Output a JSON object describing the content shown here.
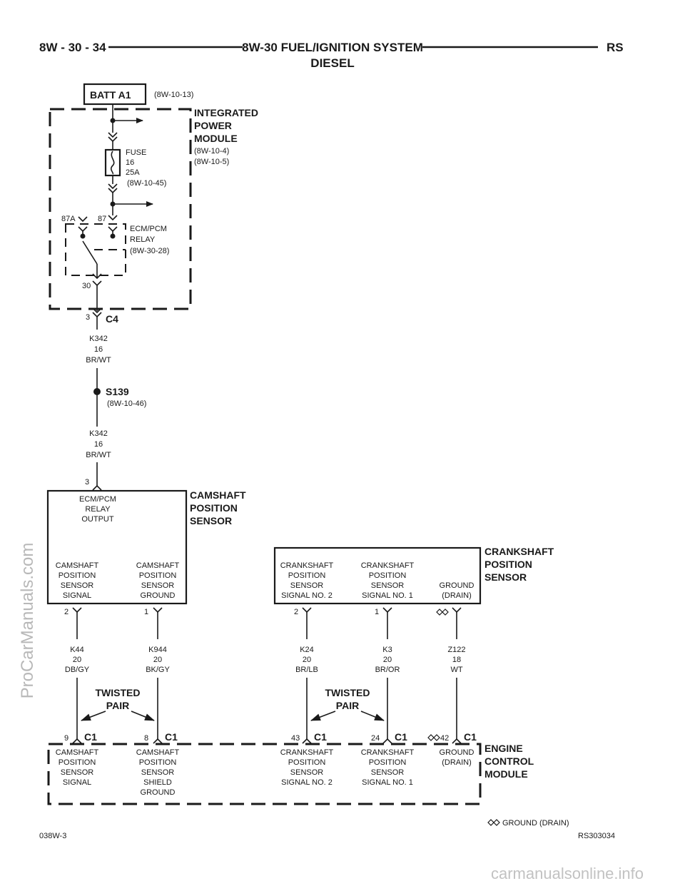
{
  "header": {
    "page_code": "8W - 30 - 34",
    "title_line1": "8W-30 FUEL/IGNITION SYSTEM",
    "title_line2": "DIESEL",
    "model": "RS"
  },
  "batt": {
    "label": "BATT A1",
    "ref": "(8W-10-13)"
  },
  "ipm": {
    "name": [
      "INTEGRATED",
      "POWER",
      "MODULE"
    ],
    "refs": [
      "(8W-10-4)",
      "(8W-10-5)"
    ],
    "fuse": [
      "FUSE",
      "16",
      "25A"
    ],
    "fuse_ref": "(8W-10-45)",
    "pin_87a": "87A",
    "pin_87": "87",
    "relay": [
      "ECM/PCM",
      "RELAY",
      "(8W-30-28)"
    ],
    "pin_30": "30"
  },
  "c4": {
    "pin": "3",
    "label": "C4"
  },
  "wire_k342_top": [
    "K342",
    "16",
    "BR/WT"
  ],
  "splice": {
    "label": "S139",
    "ref": "(8W-10-46)"
  },
  "wire_k342_bot": [
    "K342",
    "16",
    "BR/WT"
  ],
  "cmp": {
    "pin_top": "3",
    "name": [
      "CAMSHAFT",
      "POSITION",
      "SENSOR"
    ],
    "relay_output": [
      "ECM/PCM",
      "RELAY",
      "OUTPUT"
    ],
    "signal": [
      "CAMSHAFT",
      "POSITION",
      "SENSOR",
      "SIGNAL"
    ],
    "ground": [
      "CAMSHAFT",
      "POSITION",
      "SENSOR",
      "GROUND"
    ],
    "pin_signal": "2",
    "pin_ground": "1"
  },
  "ckp": {
    "name": [
      "CRANKSHAFT",
      "POSITION",
      "SENSOR"
    ],
    "sig2": [
      "CRANKSHAFT",
      "POSITION",
      "SENSOR",
      "SIGNAL NO. 2"
    ],
    "sig1": [
      "CRANKSHAFT",
      "POSITION",
      "SENSOR",
      "SIGNAL NO. 1"
    ],
    "drain": [
      "GROUND",
      "(DRAIN)"
    ],
    "pin_sig2": "2",
    "pin_sig1": "1"
  },
  "wires": {
    "k44": [
      "K44",
      "20",
      "DB/GY"
    ],
    "k944": [
      "K944",
      "20",
      "BK/GY"
    ],
    "k24": [
      "K24",
      "20",
      "BR/LB"
    ],
    "k3": [
      "K3",
      "20",
      "BR/OR"
    ],
    "z122": [
      "Z122",
      "18",
      "WT"
    ]
  },
  "twisted_pair": [
    "TWISTED",
    "PAIR"
  ],
  "ecm": {
    "name": [
      "ENGINE",
      "CONTROL",
      "MODULE"
    ],
    "c1": "C1",
    "pins": {
      "p9": "9",
      "p8": "8",
      "p43": "43",
      "p24": "24",
      "p42": "42"
    },
    "cmp_signal": [
      "CAMSHAFT",
      "POSITION",
      "SENSOR",
      "SIGNAL"
    ],
    "cmp_shield": [
      "CAMSHAFT",
      "POSITION",
      "SENSOR",
      "SHIELD",
      "GROUND"
    ],
    "ckp_sig2": [
      "CRANKSHAFT",
      "POSITION",
      "SENSOR",
      "SIGNAL NO. 2"
    ],
    "ckp_sig1": [
      "CRANKSHAFT",
      "POSITION",
      "SENSOR",
      "SIGNAL NO. 1"
    ],
    "drain": [
      "GROUND",
      "(DRAIN)"
    ]
  },
  "legend": {
    "drain": "GROUND (DRAIN)"
  },
  "footer": {
    "left": "038W-3",
    "right": "RS303034"
  },
  "watermarks": {
    "left": "ProCarManuals.com",
    "bottom": "carmanualsonline.info"
  }
}
